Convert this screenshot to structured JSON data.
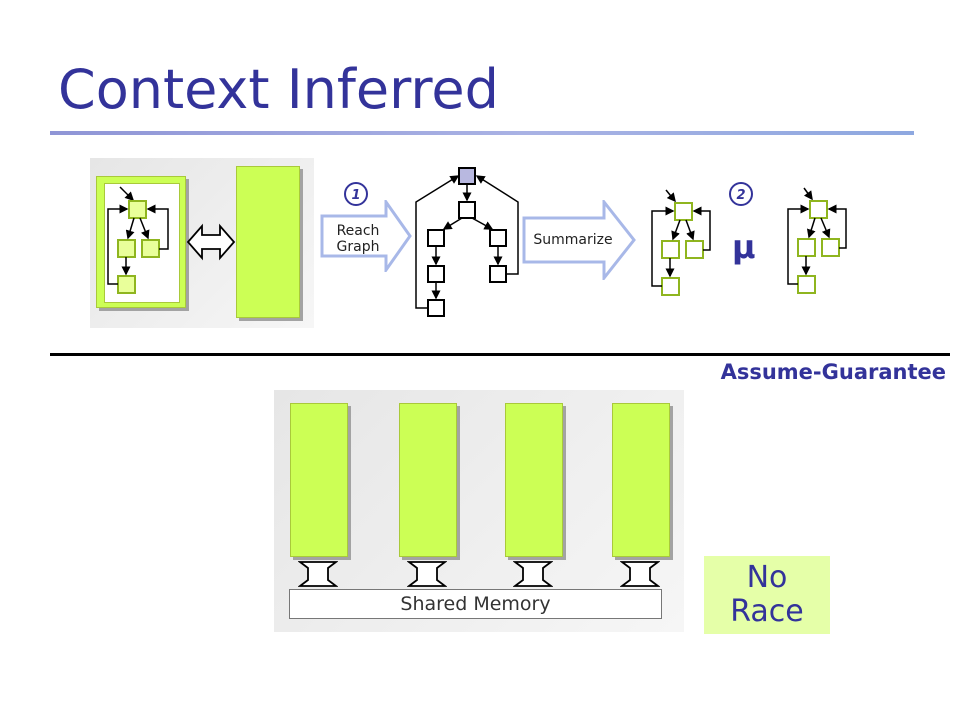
{
  "slide": {
    "title": "Context Inferred"
  },
  "top_section": {
    "reach_graph_label": [
      "Reach",
      "Graph"
    ],
    "summarize_label": "Summarize",
    "step_markers": [
      "1",
      "2"
    ],
    "mu_symbol": "μ"
  },
  "bottom_section": {
    "section_label": "Assume-Guarantee",
    "shared_memory_label": "Shared Memory",
    "result_label": [
      "No",
      "Race"
    ]
  },
  "colors": {
    "title": "#33339a",
    "lime": "#ccff55",
    "result_bg": "#e5ffa8"
  },
  "icons": [
    "bidirectional-arrow-icon",
    "block-arrow-icon",
    "step-circle-icon"
  ]
}
